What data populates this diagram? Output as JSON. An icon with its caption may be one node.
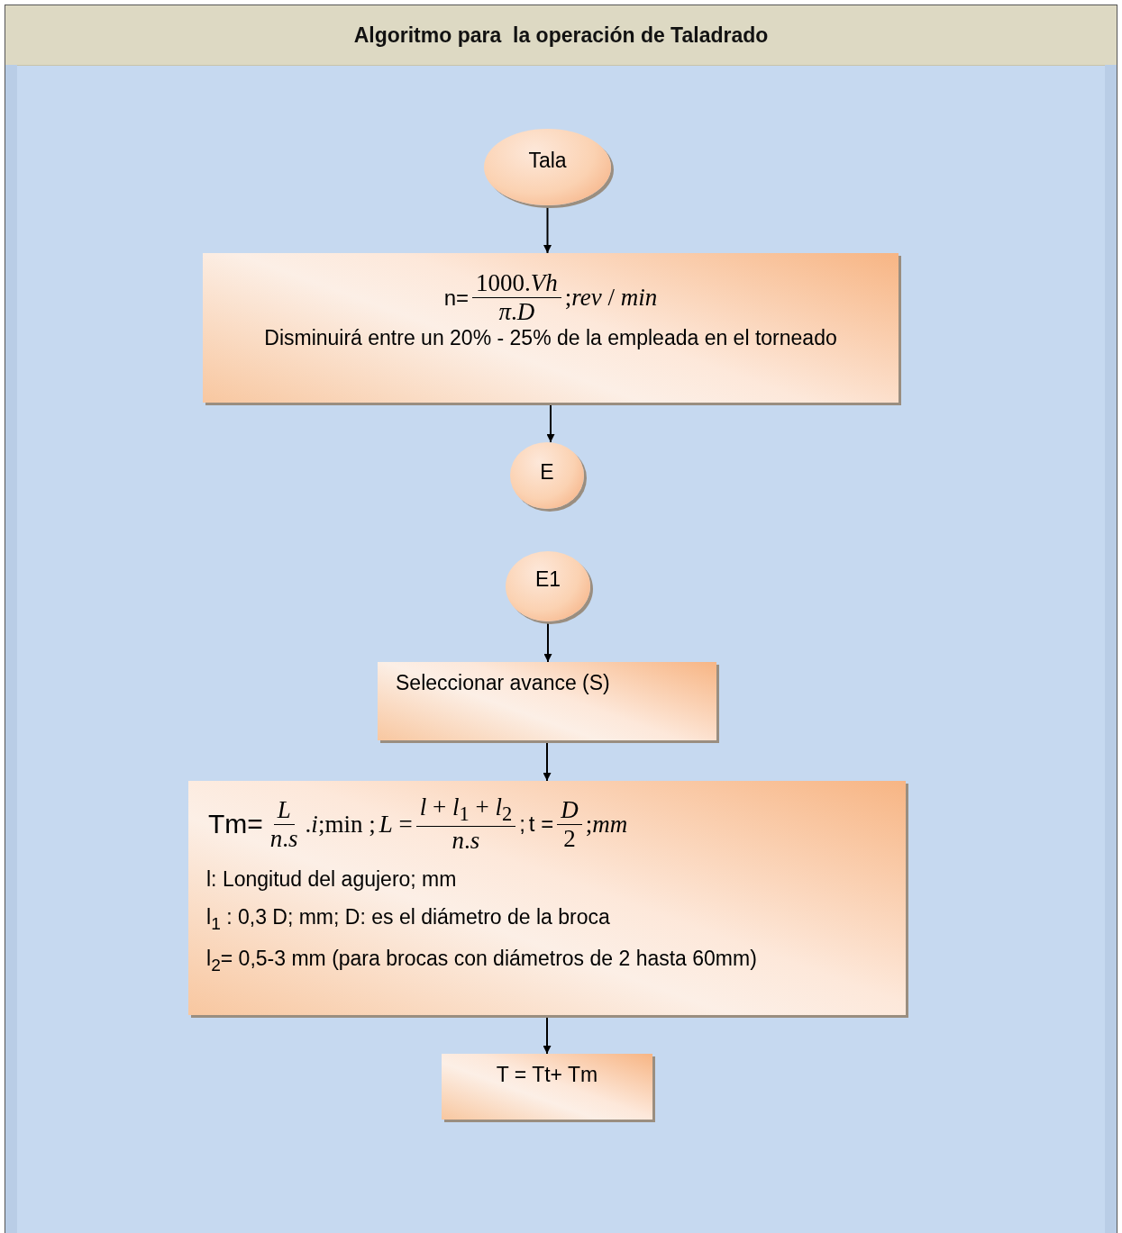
{
  "diagram": {
    "title": "Algoritmo para  la operación de Taladrado",
    "nodes": [
      {
        "text": [
          "Tala"
        ]
      },
      {
        "text": [
          "n=",
          "1000.*Vh*",
          "*π*.*D*",
          ";*rev* / *min*",
          "Disminuirá entre un 20% - 25% de la empleada en el torneado"
        ]
      },
      {
        "text": [
          "E"
        ]
      },
      {
        "text": [
          "E1"
        ]
      },
      {
        "text": [
          "Seleccionar avance (S)"
        ]
      },
      {
        "text": [
          "Tm=",
          "*L*",
          "*n*.*s*",
          ".*i*;min ;",
          "*L* =",
          "*l* + *l*$_{1}$ + *l*$_{2}$",
          "*n*.*s*",
          ";",
          "t =",
          "*D*",
          "2",
          ";*mm*",
          "l: Longitud del agujero; mm",
          "l$_{1}$ : 0,3 D; mm; D: es el diámetro de la broca",
          "l$_{2}$= 0,5-3 mm (para brocas con diámetros de 2 hasta 60mm)"
        ]
      },
      {
        "text": [
          "T = Tt+ Tm"
        ]
      }
    ],
    "edges": [
      {
        "from": 0,
        "to": 1,
        "arrow": "to"
      },
      {
        "from": 1,
        "to": 2,
        "arrow": "to"
      },
      {
        "from": 3,
        "to": 4,
        "arrow": "to"
      },
      {
        "from": 4,
        "to": 5,
        "arrow": "to"
      },
      {
        "from": 5,
        "to": 6,
        "arrow": "to"
      }
    ]
  }
}
